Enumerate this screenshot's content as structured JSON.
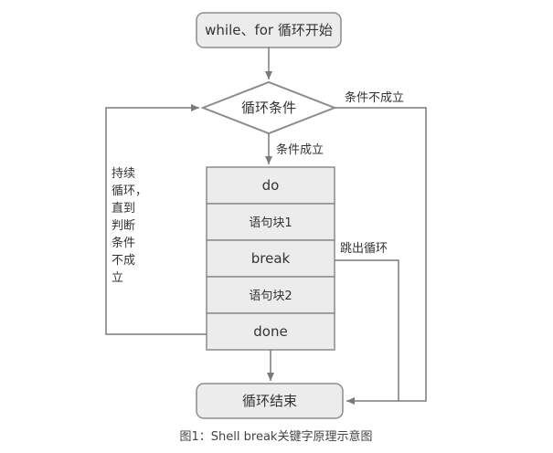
{
  "nodes": {
    "start": "while、for 循环开始",
    "condition": "循环条件",
    "do": "do",
    "block1": "语句块1",
    "break": "break",
    "block2": "语句块2",
    "done": "done",
    "end": "循环结束"
  },
  "edges": {
    "condition_true": "条件成立",
    "condition_false": "条件不成立",
    "break_out": "跳出循环",
    "loop_back_lines": [
      "持续",
      "循环，",
      "直到",
      "判断",
      "条件",
      "不成",
      "立"
    ]
  },
  "caption": "图1：Shell break关键字原理示意图",
  "colors": {
    "node_fill": "#ececec",
    "node_stroke": "#8c8c8c",
    "line": "#7a7a7a"
  }
}
